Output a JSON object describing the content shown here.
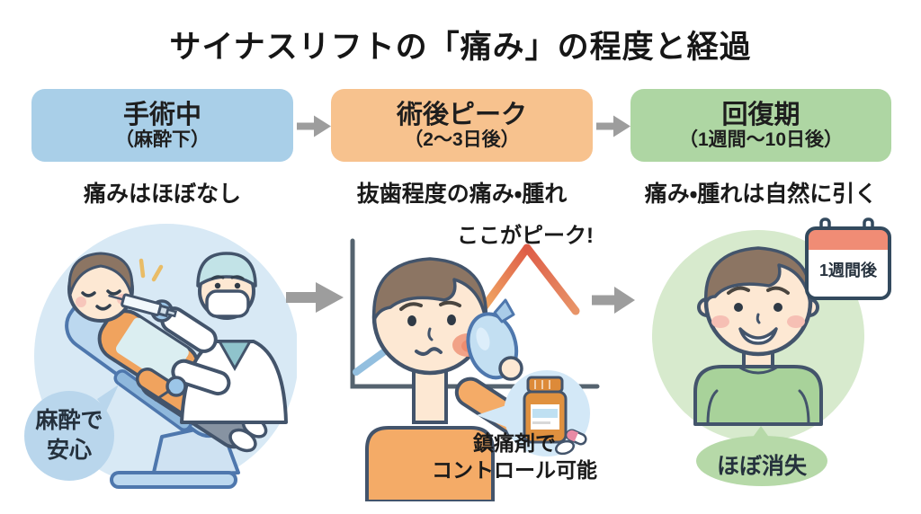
{
  "title": "サイナスリフトの「痛み」の程度と経過",
  "phases": [
    {
      "label": "手術中",
      "period": "（麻酔下）",
      "description": "痛みはほぼなし",
      "color": "#a9cfe8"
    },
    {
      "label": "術後ピーク",
      "period": "（2〜3日後）",
      "description": "抜歯程度の痛み・腫れ",
      "color": "#f7c28e"
    },
    {
      "label": "回復期",
      "period": "（1週間〜10日後）",
      "description": "痛み・腫れは自然に引く",
      "color": "#aed6a3"
    }
  ],
  "surgery_scene": {
    "bubble_line1": "麻酔で",
    "bubble_line2": "安心"
  },
  "peak_scene": {
    "annotation": "ここがピーク!",
    "caption_line1": "鎮痛剤で",
    "caption_line2": "コントロール可能"
  },
  "recovery_scene": {
    "calendar_label": "1週間後",
    "bubble": "ほぼ消失"
  },
  "colors": {
    "arrow": "#9d9d9d",
    "phase1": "#a9cfe8",
    "phase2": "#f7c28e",
    "phase3": "#aed6a3",
    "peak_line_low": "#f2ae66",
    "peak_line_high": "#de5c47"
  }
}
